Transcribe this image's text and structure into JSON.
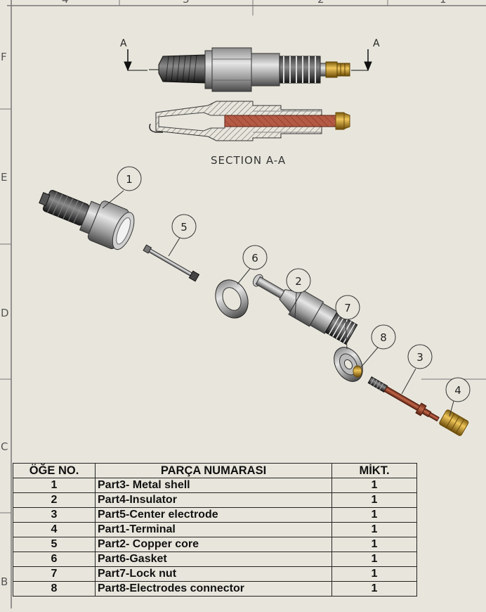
{
  "drawing": {
    "zone_labels": {
      "top_columns": [
        "4",
        "3",
        "2",
        "1"
      ],
      "side_rows": [
        "F",
        "E",
        "D",
        "C",
        "B"
      ]
    },
    "section_markers": {
      "left": "A",
      "right": "A"
    },
    "section_caption": "SECTION A-A",
    "balloons": [
      "1",
      "5",
      "6",
      "2",
      "7",
      "8",
      "3",
      "4"
    ]
  },
  "bom": {
    "headers": {
      "item_no": "ÖĞE NO.",
      "part_no": "PARÇA NUMARASI",
      "qty": "MİKT."
    },
    "rows": [
      {
        "no": "1",
        "name": "Part3- Metal shell",
        "qty": "1"
      },
      {
        "no": "2",
        "name": "Part4-Insulator",
        "qty": "1"
      },
      {
        "no": "3",
        "name": "Part5-Center electrode",
        "qty": "1"
      },
      {
        "no": "4",
        "name": "Part1-Terminal",
        "qty": "1"
      },
      {
        "no": "5",
        "name": "Part2- Copper core",
        "qty": "1"
      },
      {
        "no": "6",
        "name": "Part6-Gasket",
        "qty": "1"
      },
      {
        "no": "7",
        "name": "Part7-Lock nut",
        "qty": "1"
      },
      {
        "no": "8",
        "name": "Part8-Electrodes connector",
        "qty": "1"
      }
    ]
  }
}
